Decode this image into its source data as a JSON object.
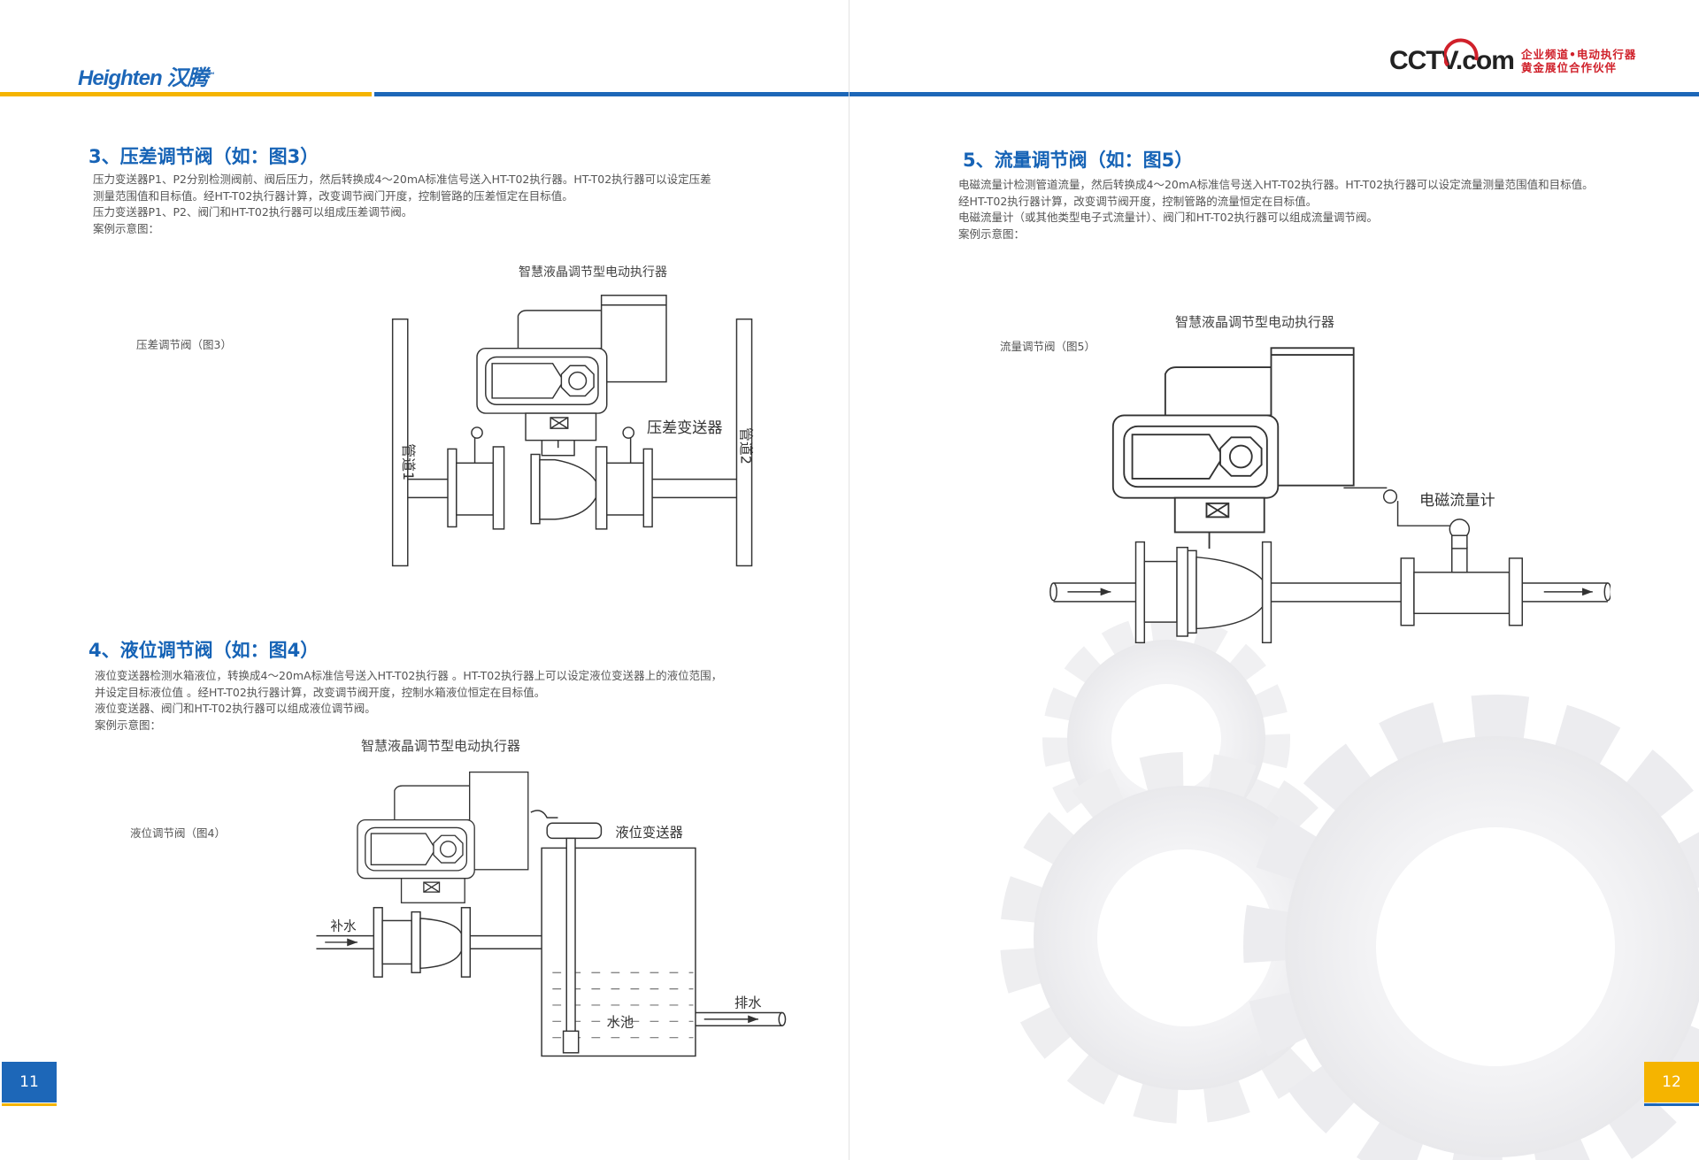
{
  "header": {
    "brand_logo": "Heighten 汉腾",
    "brand_tm": "™",
    "partner_logo": "CCTV.com",
    "partner_tag_line1": "企业频道•电动执行器",
    "partner_tag_line2": "黄金展位合作伙伴"
  },
  "colors": {
    "brand_blue": "#1d67b8",
    "accent_yellow": "#f5b400",
    "partner_red": "#d0202a"
  },
  "left_page": {
    "page_number": "11",
    "section3": {
      "title": "3、压差调节阀（如：图3）",
      "lines": [
        "压力变送器P1、P2分别检测阀前、阀后压力，然后转换成4～20mA标准信号送入HT-T02执行器。HT-T02执行器可以设定压差",
        "测量范围值和目标值。经HT-T02执行器计算，改变调节阀门开度，控制管路的压差恒定在目标值。",
        "压力变送器P1、P2、阀门和HT-T02执行器可以组成压差调节阀。",
        "案例示意图："
      ],
      "diagram_title": "智慧液晶调节型电动执行器",
      "figure_label": "压差调节阀（图3）",
      "labels": {
        "transmitter": "压差变送器",
        "pipe1": "管道1",
        "pipe2": "管道2"
      }
    },
    "section4": {
      "title": "4、液位调节阀（如：图4）",
      "lines": [
        "液位变送器检测水箱液位，转换成4～20mA标准信号送入HT-T02执行器 。HT-T02执行器上可以设定液位变送器上的液位范围，",
        "并设定目标液位值 。经HT-T02执行器计算，改变调节阀开度，控制水箱液位恒定在目标值。",
        "液位变送器、阀门和HT-T02执行器可以组成液位调节阀。",
        "案例示意图："
      ],
      "diagram_title": "智慧液晶调节型电动执行器",
      "figure_label": "液位调节阀（图4）",
      "labels": {
        "inlet": "补水",
        "transmitter": "液位变送器",
        "pool": "水池",
        "outlet": "排水"
      }
    }
  },
  "right_page": {
    "page_number": "12",
    "section5": {
      "title": "5、流量调节阀（如：图5）",
      "lines": [
        "电磁流量计检测管道流量，然后转换成4～20mA标准信号送入HT-T02执行器。HT-T02执行器可以设定流量测量范围值和目标值。",
        "经HT-T02执行器计算，改变调节阀开度，控制管路的流量恒定在目标值。",
        "电磁流量计（或其他类型电子式流量计）、阀门和HT-T02执行器可以组成流量调节阀。",
        "案例示意图："
      ],
      "diagram_title": "智慧液晶调节型电动执行器",
      "figure_label": "流量调节阀（图5）",
      "labels": {
        "flowmeter": "电磁流量计"
      }
    }
  }
}
